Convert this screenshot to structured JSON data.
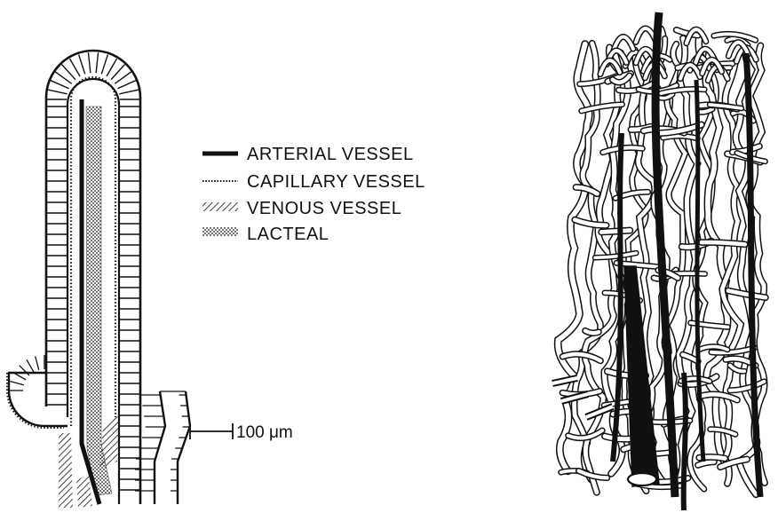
{
  "legend": {
    "arterial": "ARTERIAL VESSEL",
    "capillary": "CAPILLARY VESSEL",
    "venous": "VENOUS VESSEL",
    "lacteal": "LACTEAL"
  },
  "scale_bar": {
    "label": "100 μm"
  },
  "colors": {
    "ink": "#111111",
    "paper": "#ffffff"
  }
}
